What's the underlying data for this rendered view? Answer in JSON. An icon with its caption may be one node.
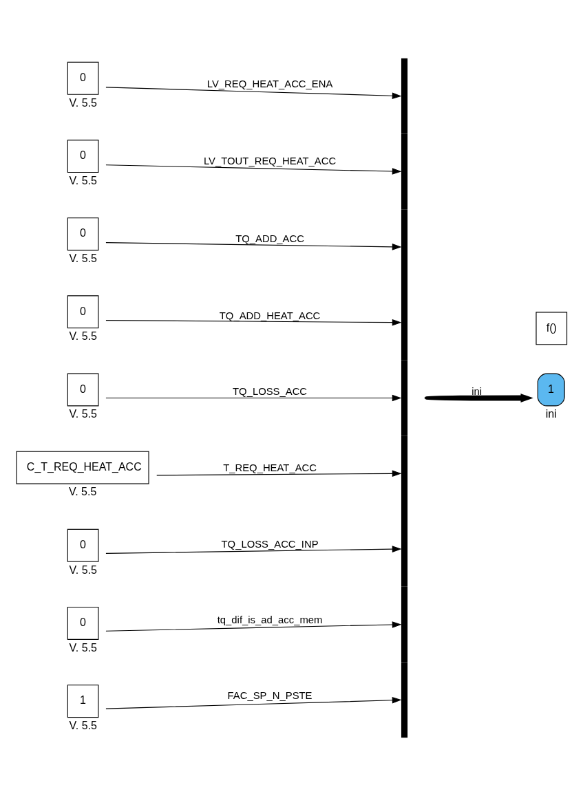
{
  "diagram": {
    "nodes": [
      {
        "text": [
          "0"
        ],
        "beside": [
          "V. 5.5"
        ]
      },
      {
        "text": [
          "0"
        ],
        "beside": [
          "V. 5.5"
        ]
      },
      {
        "text": [
          "0"
        ],
        "beside": [
          "V. 5.5"
        ]
      },
      {
        "text": [
          "0"
        ],
        "beside": [
          "V. 5.5"
        ]
      },
      {
        "text": [
          "0"
        ],
        "beside": [
          "V. 5.5"
        ]
      },
      {
        "text": [
          "C_T_REQ_HEAT_ACC"
        ],
        "beside": [
          "V. 5.5"
        ]
      },
      {
        "text": [
          "0"
        ],
        "beside": [
          "V. 5.5"
        ]
      },
      {
        "text": [
          "0"
        ],
        "beside": [
          "V. 5.5"
        ]
      },
      {
        "text": [
          "1"
        ],
        "beside": [
          "V. 5.5"
        ]
      },
      {
        "text": [],
        "shape": "bar"
      },
      {
        "text": [
          "1"
        ],
        "beside": [
          "ini"
        ]
      },
      {
        "text": [
          "f()"
        ]
      }
    ],
    "edges": [
      {
        "from": 0,
        "to": 9,
        "arrow": "to",
        "label": "LV_REQ_HEAT_ACC_ENA"
      },
      {
        "from": 1,
        "to": 9,
        "arrow": "to",
        "label": "LV_TOUT_REQ_HEAT_ACC"
      },
      {
        "from": 2,
        "to": 9,
        "arrow": "to",
        "label": "TQ_ADD_ACC"
      },
      {
        "from": 3,
        "to": 9,
        "arrow": "to",
        "label": "TQ_ADD_HEAT_ACC"
      },
      {
        "from": 4,
        "to": 9,
        "arrow": "to",
        "label": "TQ_LOSS_ACC"
      },
      {
        "from": 5,
        "to": 9,
        "arrow": "to",
        "label": "T_REQ_HEAT_ACC"
      },
      {
        "from": 6,
        "to": 9,
        "arrow": "to",
        "label": "TQ_LOSS_ACC_INP"
      },
      {
        "from": 7,
        "to": 9,
        "arrow": "to",
        "label": "tq_dif_is_ad_acc_mem"
      },
      {
        "from": 8,
        "to": 9,
        "arrow": "to",
        "label": "FAC_SP_N_PSTE"
      },
      {
        "from": 9,
        "to": 10,
        "arrow": "to",
        "label": "ini",
        "style": "thick"
      }
    ]
  }
}
